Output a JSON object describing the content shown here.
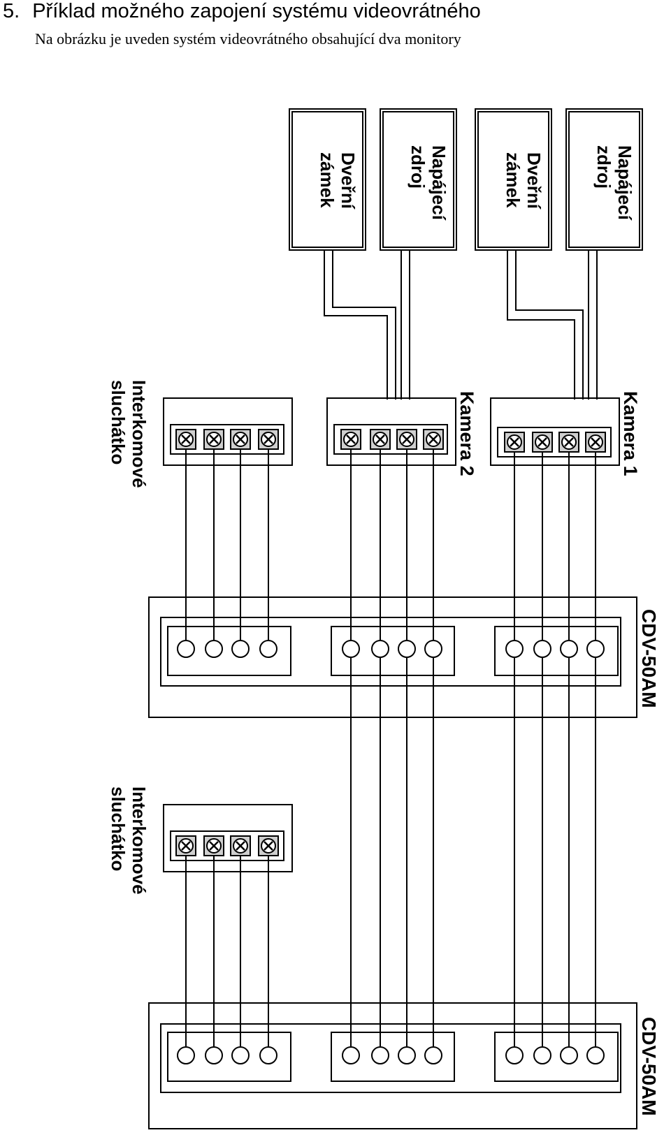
{
  "heading": {
    "number": "5.",
    "text": "Příklad možného zapojení systému videovrátného"
  },
  "subheading": "Na obrázku je uveden systém videovrátného obsahující dva monitory",
  "power_units": [
    {
      "line1": "Dveřní",
      "line2": "zámek"
    },
    {
      "line1": "Napájecí",
      "line2": "zdroj"
    },
    {
      "line1": "Dveřní",
      "line2": "zámek"
    },
    {
      "line1": "Napájecí",
      "line2": "zdroj"
    }
  ],
  "cameras": [
    {
      "label": "Kamera 1"
    },
    {
      "label": "Kamera 2"
    }
  ],
  "intercoms": [
    {
      "line1": "Interkomové",
      "line2": "sluchátko"
    },
    {
      "line1": "Interkomové",
      "line2": "sluchátko"
    }
  ],
  "monitors": [
    {
      "label": "CDV-50AM"
    },
    {
      "label": "CDV-50AM"
    }
  ]
}
